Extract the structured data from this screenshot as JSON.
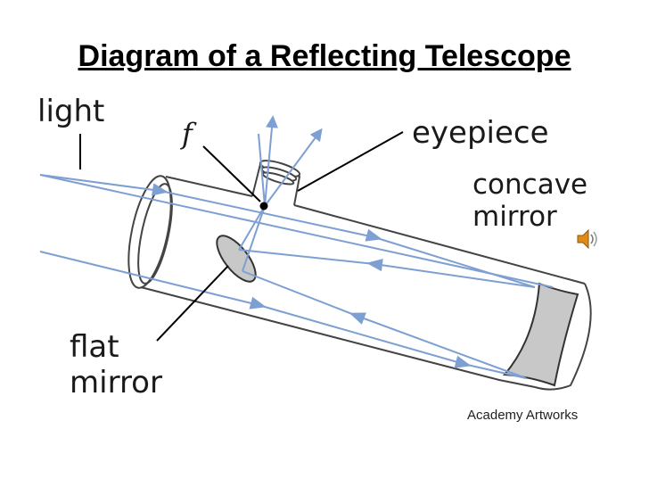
{
  "title": "Diagram of a Reflecting Telescope",
  "labels": {
    "light": "light",
    "focus": "f",
    "eyepiece": "eyepiece",
    "concave_line1": "concave",
    "concave_line2": "mirror",
    "flat_line1": "flat",
    "flat_line2": "mirror",
    "credit": "Academy Artworks"
  },
  "icons": {
    "speaker": "speaker-icon"
  },
  "colors": {
    "ray": "#7e9fd2",
    "tube_stroke": "#444444",
    "mirror_fill": "#c8c8c8",
    "text": "#1a1a1a"
  }
}
